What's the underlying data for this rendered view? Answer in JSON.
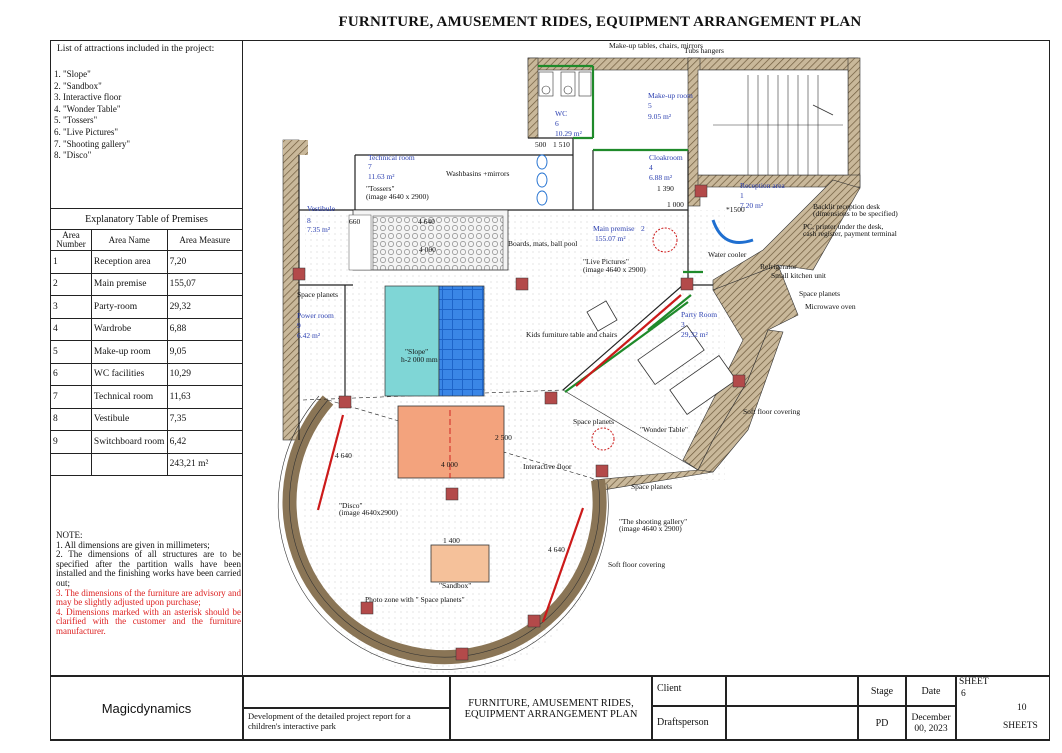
{
  "title": "FURNITURE, AMUSEMENT RIDES, EQUIPMENT ARRANGEMENT PLAN",
  "attractions": {
    "heading": "List of attractions included in the project:",
    "items": [
      "1. \"Slope\"",
      "2. \"Sandbox\"",
      "3. Interactive floor",
      "4. \"Wonder Table\"",
      "5. \"Tossers\"",
      "6. \"Live Pictures\"",
      "7. \"Shooting gallery\"",
      "8. \"Disco\""
    ]
  },
  "premises": {
    "caption": "Explanatory Table of Premises",
    "headers": [
      "Area Number",
      "Area Name",
      "Area Measure"
    ],
    "rows": [
      {
        "num": "1",
        "name": "Reception area",
        "area": "7,20"
      },
      {
        "num": "2",
        "name": "Main premise",
        "area": "155,07"
      },
      {
        "num": "3",
        "name": "Party-room",
        "area": "29,32"
      },
      {
        "num": "4",
        "name": "Wardrobe",
        "area": "6,88"
      },
      {
        "num": "5",
        "name": "Make-up room",
        "area": "9,05"
      },
      {
        "num": "6",
        "name": "WC facilities",
        "area": "10,29"
      },
      {
        "num": "7",
        "name": "Technical room",
        "area": "11,63"
      },
      {
        "num": "8",
        "name": "Vestibule",
        "area": "7,35"
      },
      {
        "num": "9",
        "name": "Switchboard room",
        "area": "6,42"
      }
    ],
    "total": "243,21 m²"
  },
  "note": {
    "heading": "NOTE:",
    "n1": "1. All dimensions are given in millimeters;",
    "n2": "2. The dimensions of all structures are to be specified after the partition walls have been installed and the finishing works have been carried out;",
    "n3": "3. The dimensions of the furniture are advisory and may be slightly adjusted upon purchase;",
    "n4": "4. Dimensions marked with an asterisk should be clarified with the customer and the furniture manufacturer."
  },
  "titleblock": {
    "company": "Magicdynamics",
    "project": "Development of the detailed project report for a children's interactive park",
    "drawing": "FURNITURE, AMUSEMENT RIDES, EQUIPMENT ARRANGEMENT PLAN",
    "client": "Client",
    "draftsperson": "Draftsperson",
    "stage_label": "Stage",
    "stage": "PD",
    "date_label": "Date",
    "date": "December 00, 2023",
    "sheet_label": "SHEET",
    "sheet": "6",
    "sheets": "10",
    "sheets_label": "SHEETS"
  },
  "plan": {
    "rooms": {
      "vestibule": {
        "name": "Vestibule",
        "num": "8",
        "area": "7.35 m²"
      },
      "technical": {
        "name": "Technical room",
        "num": "7",
        "area": "11.63 m²"
      },
      "wc": {
        "name": "WC",
        "num": "6",
        "area": "10.29 m²"
      },
      "makeup": {
        "name": "Make-up room",
        "num": "5",
        "area": "9.05 m²"
      },
      "cloakroom": {
        "name": "Cloakroom",
        "num": "4",
        "area": "6.88 m²"
      },
      "reception": {
        "name": "Reception area",
        "num": "1",
        "area": "7.20 m²"
      },
      "main": {
        "name": "Main premise",
        "num": "2",
        "area": "155.07 m²"
      },
      "party": {
        "name": "Party Room",
        "num": "3",
        "area": "29,32 m²"
      },
      "power": {
        "name": "Power room",
        "num": "9",
        "area": "6.42 m²"
      }
    },
    "labels": {
      "makeup_tables": "Make-up tables, chairs, mirrors",
      "tubs_hangers": "Tubs hangers",
      "washbasins": "Washbasins +mirrors",
      "tossers": "\"Tossers\"",
      "tossers_img": "(image 4640 x 2900)",
      "boards": "Boards, mats, ball pool",
      "live_pictures": "\"Live Pictures\"",
      "live_img": "(image 4640 x 2900)",
      "kids_furniture": "Kids furniture table and chairs",
      "slope": "\"Slope\"",
      "slope_h": "h-2 000 mm",
      "interactive_floor": "Interactive floor",
      "space_planets": "Space planets",
      "wonder_table": "\"Wonder Table\"",
      "soft_floor": "Soft floor covering",
      "disco": "\"Disco\"",
      "disco_img": "(image 4640x2900)",
      "shooting": "\"The shooting gallery\"",
      "shooting_img": "(image 4640 x 2900)",
      "sandbox": "\"Sandbox\"",
      "photo_zone": "Photo zone with \" Space planets\"",
      "backlit_desk": "Backlit reception desk",
      "backlit_desk_note": "(dimensions to be specified)",
      "pc_printer": "PC, printer under the desk,",
      "cash_register": "cash register, payment terminal",
      "water_cooler": "Water cooler",
      "refrigerator": "Refrigerator",
      "small_kitchen": "Small kitchen unit",
      "microwave": "Microwave oven"
    },
    "dims": {
      "d4000a": "4 000",
      "d4000b": "4 000",
      "d2500": "2 500",
      "d1400": "1 400",
      "d1000": "1 000",
      "d500": "500",
      "d1510": "1 510",
      "d1390": "1 390",
      "d4640a": "4 640",
      "d4640b": "4 640",
      "d4640c": "4 640",
      "d660": "660",
      "d1500": "*1500"
    }
  }
}
